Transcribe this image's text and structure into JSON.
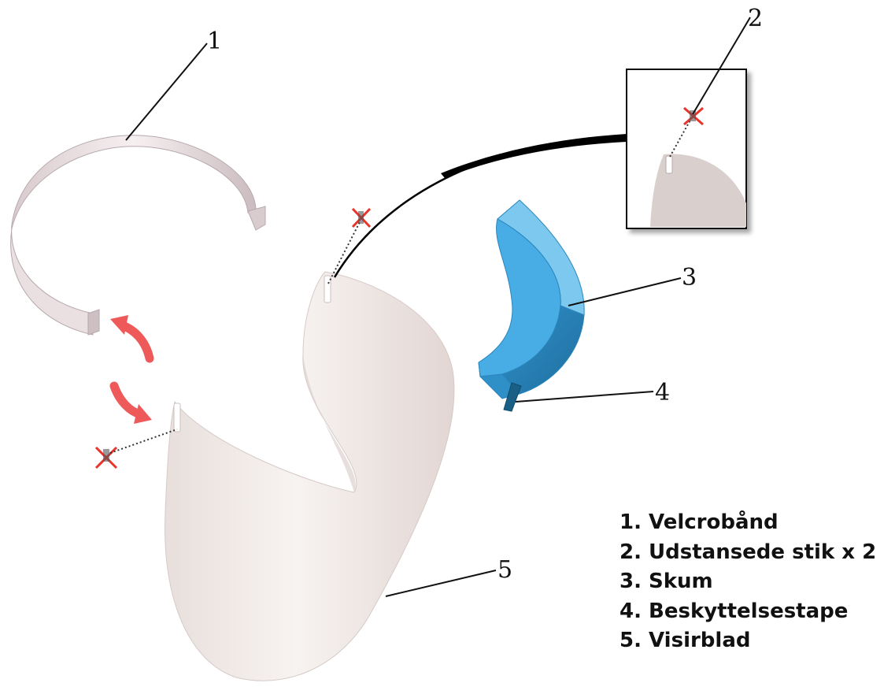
{
  "callouts": [
    "1",
    "2",
    "3",
    "4",
    "5"
  ],
  "legend": [
    "1. Velcrobånd",
    "2. Udstansede stik x 2",
    "3. Skum",
    "4. Beskyttelsestape",
    "5. Visirblad"
  ],
  "colors": {
    "strap": "#e9dee0",
    "visor": "#f1ebe8",
    "foam": "#3fa6de",
    "arrows": "#ee5a5a",
    "cross": "#e8342b",
    "tape": "#111111"
  },
  "icons": [
    "cross-mark-icon",
    "rotate-arrow-icon"
  ]
}
